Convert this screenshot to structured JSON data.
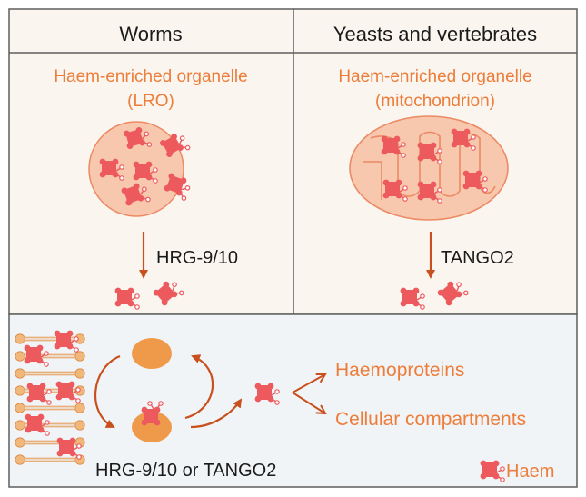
{
  "colors": {
    "panel_fill": "#faf5ef",
    "bottom_fill": "#f1f4f6",
    "border": "#5f5f5f",
    "orange_text": "#ec7d3a",
    "arrow": "#c8501e",
    "haem": "#ec5a5e",
    "organelle_fill": "#f7c7ae",
    "organelle_stroke": "#ec8a64",
    "vesicle": "#ef9a4a",
    "lipid_head": "#f2b77a"
  },
  "top_left": {
    "header": "Worms",
    "organelle_line1": "Haem-enriched organelle",
    "organelle_line2": "(LRO)",
    "transporter": "HRG-9/10"
  },
  "top_right": {
    "header": "Yeasts and vertebrates",
    "organelle_line1": "Haem-enriched organelle",
    "organelle_line2": "(mitochondrion)",
    "transporter": "TANGO2"
  },
  "bottom": {
    "transporter": "HRG-9/10 or TANGO2",
    "target1": "Haemoproteins",
    "target2": "Cellular compartments",
    "legend": "Haem",
    "icons": {
      "haem": "haem-icon",
      "lipid_bilayer": "membrane-icon",
      "vesicle": "vesicle-icon"
    }
  }
}
